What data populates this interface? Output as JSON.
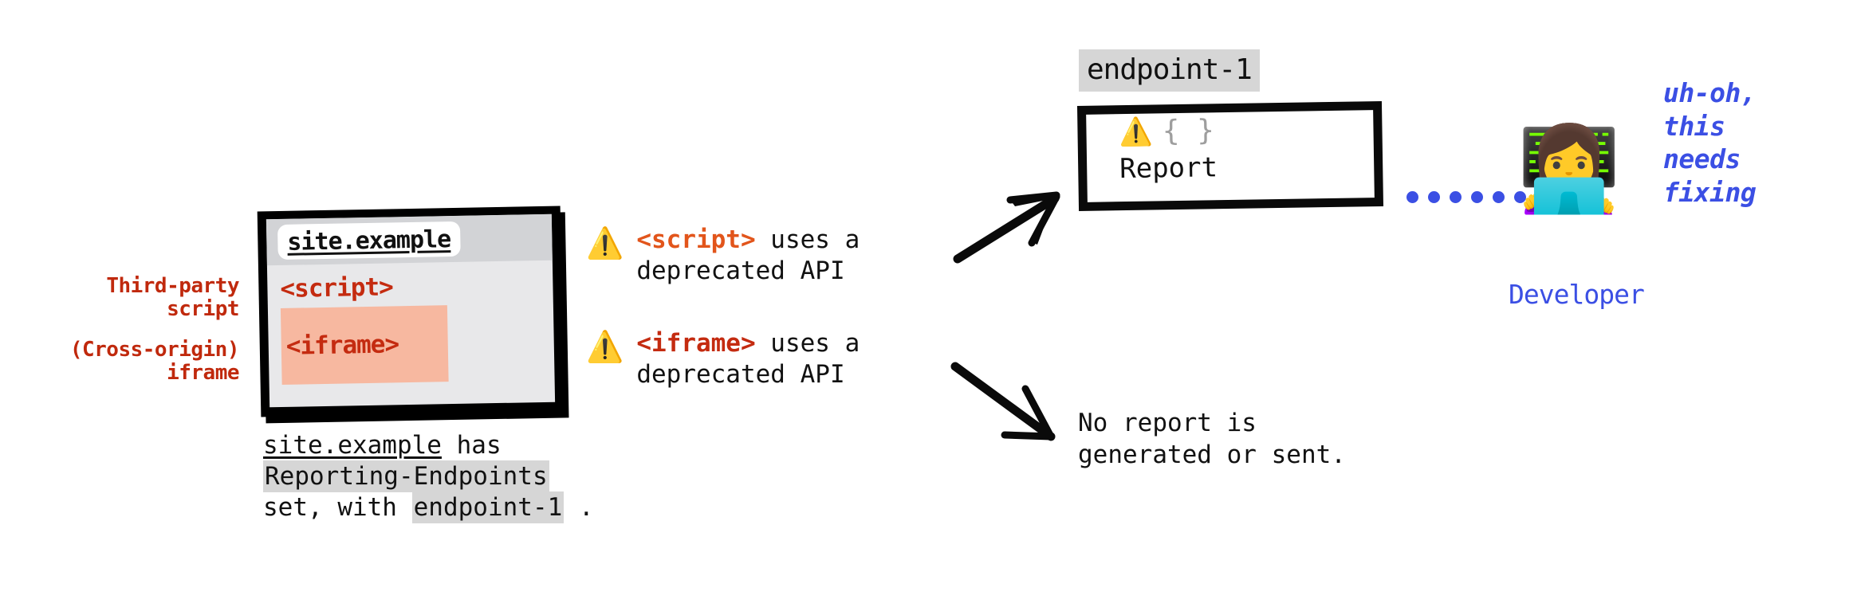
{
  "annotations": {
    "third_party_script": "Third-party\nscript",
    "cross_origin_iframe": "(Cross-origin)\niframe"
  },
  "browser": {
    "url": "site.example",
    "script_tag": "<script>",
    "iframe_tag": "<iframe>"
  },
  "caption": {
    "site": "site.example",
    "has": " has",
    "header": "Reporting-Endpoints",
    "set_with": "set, with ",
    "endpoint": "endpoint-1",
    "period": " ."
  },
  "warnings": [
    {
      "icon": "warning-icon",
      "glyph": "⚠️",
      "tag": "<script>",
      "rest": " uses a\ndeprecated API"
    },
    {
      "icon": "warning-icon",
      "glyph": "⚠️",
      "tag": "<iframe>",
      "rest": " uses a\ndeprecated API"
    }
  ],
  "endpoint_box": {
    "label": "endpoint-1",
    "warning_glyph": "⚠️",
    "braces": "{ }",
    "title": "Report"
  },
  "no_report": "No report is\ngenerated or sent.",
  "developer": {
    "emoji": "👩‍💻",
    "label": "Developer",
    "quote": "uh-oh,\nthis\nneeds\nfixing"
  },
  "colors": {
    "red_annotation": "#C0290D",
    "code_red": "#C42B10",
    "script_orange": "#E2551B",
    "developer_blue": "#3B4FE4",
    "chip_gray": "#D6D6D6",
    "iframe_highlight": "#F7B8A0",
    "brace_gray": "#9E9E9E",
    "warning_yellow": "#FFCC00"
  },
  "dots": {
    "count": 6
  }
}
